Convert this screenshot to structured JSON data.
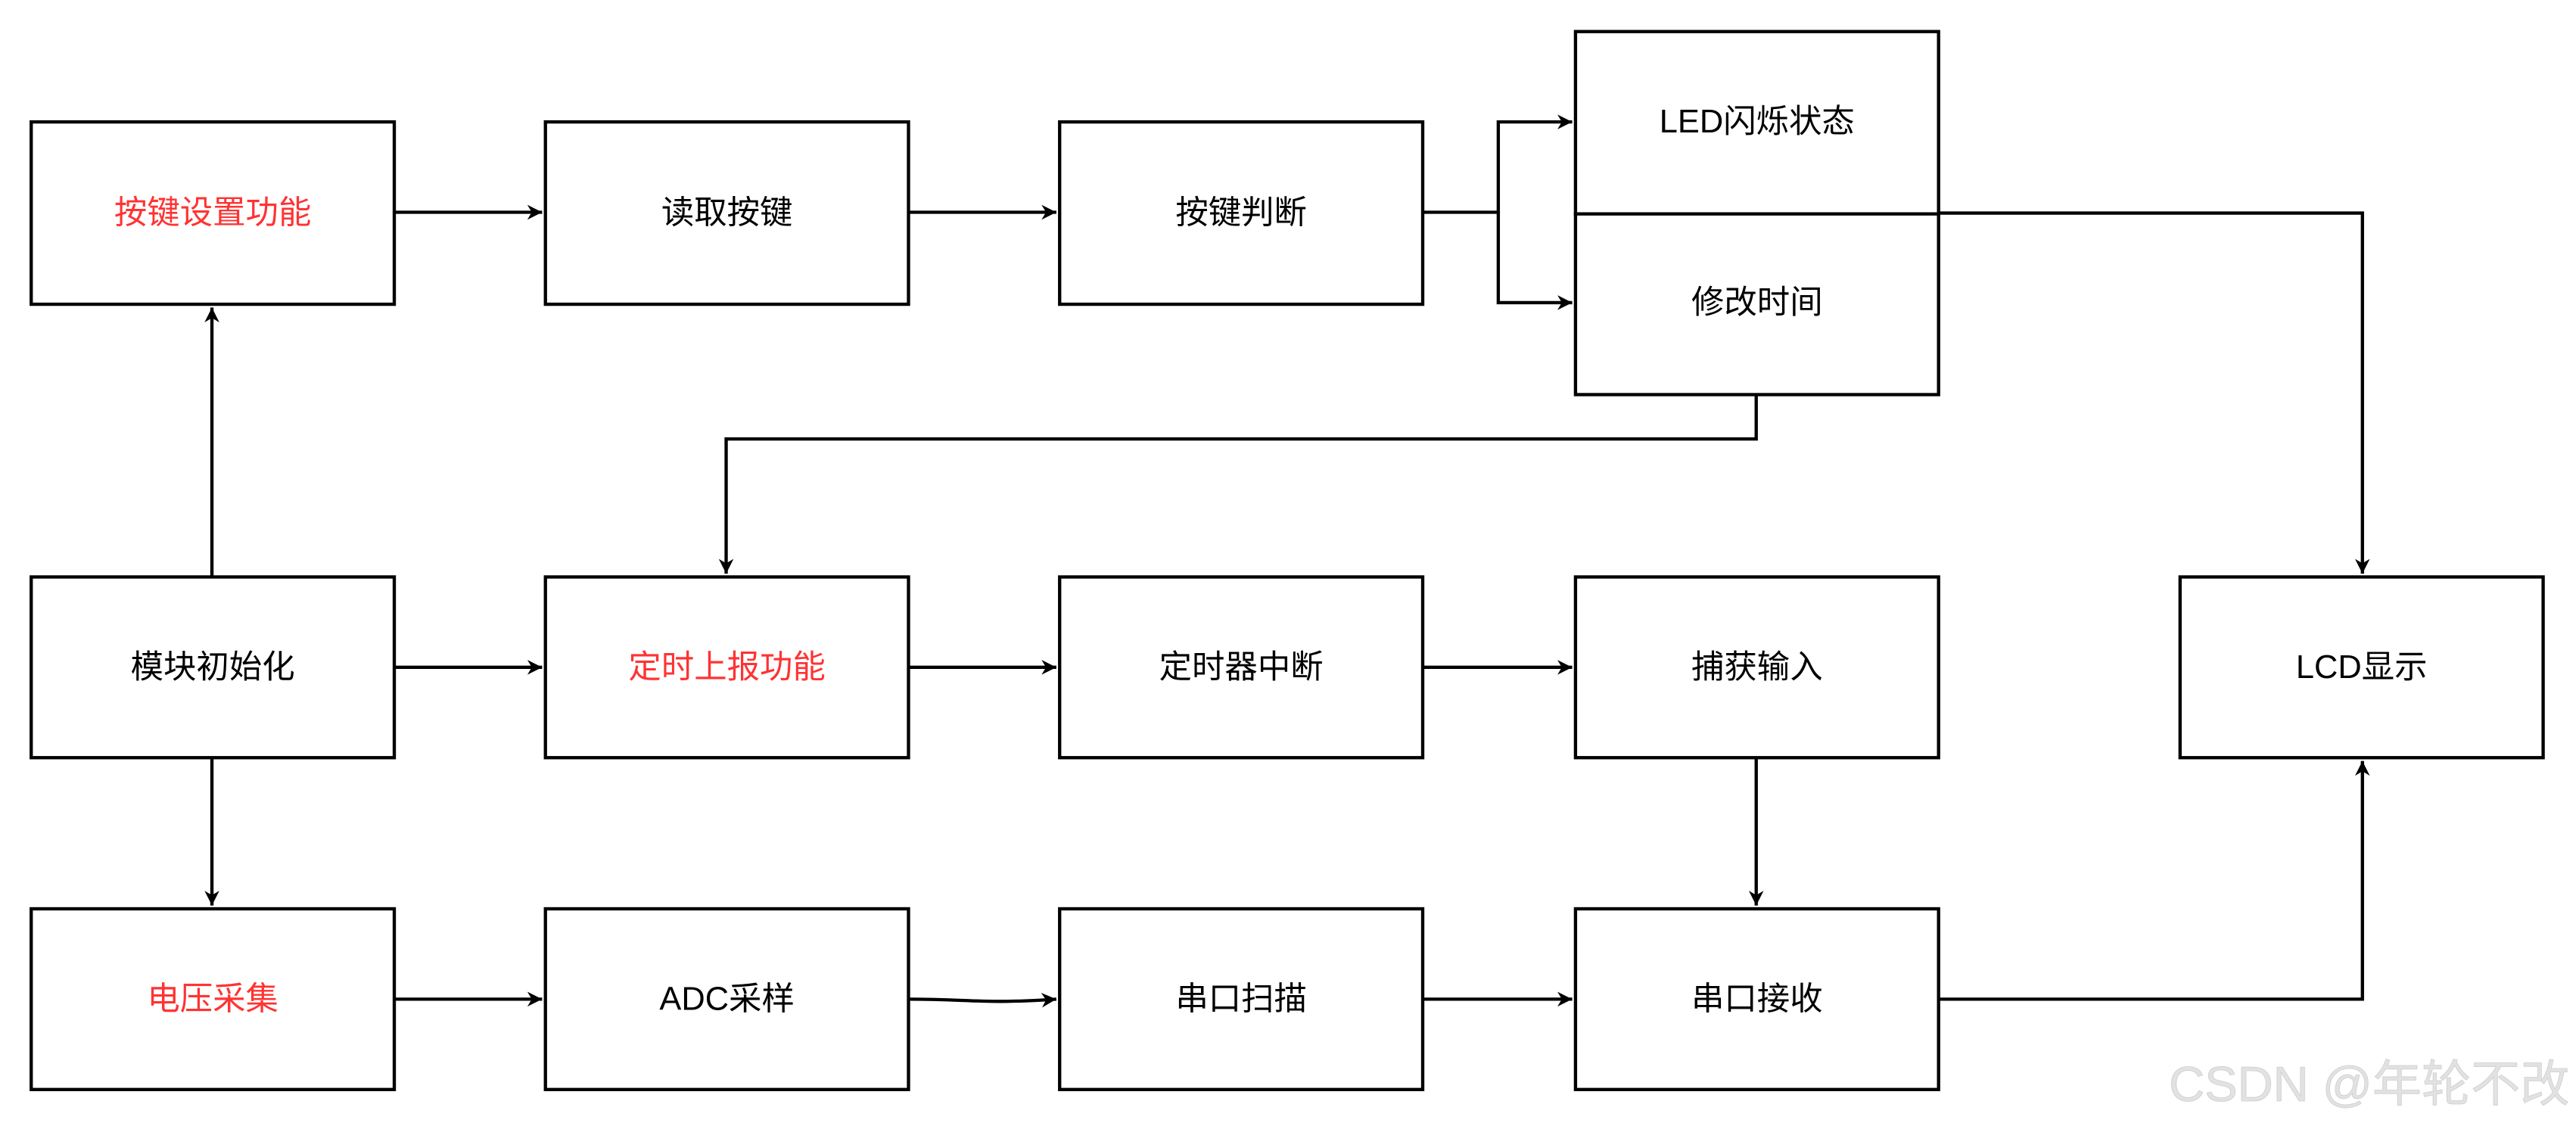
{
  "colors": {
    "highlight": "#ff3333",
    "normal": "#000000",
    "watermark": "#e2e2e2"
  },
  "nodes": {
    "key_setting": "按键设置功能",
    "read_key": "读取按键",
    "key_judge": "按键判断",
    "led_blink": "LED闪烁状态",
    "modify_time": "修改时间",
    "module_init": "模块初始化",
    "timer_report": "定时上报功能",
    "timer_interrupt": "定时器中断",
    "capture_input": "捕获输入",
    "lcd_display": "LCD显示",
    "voltage_collect": "电压采集",
    "adc_sample": "ADC采样",
    "uart_scan": "串口扫描",
    "uart_receive": "串口接收"
  },
  "watermark": "CSDN @年轮不改"
}
